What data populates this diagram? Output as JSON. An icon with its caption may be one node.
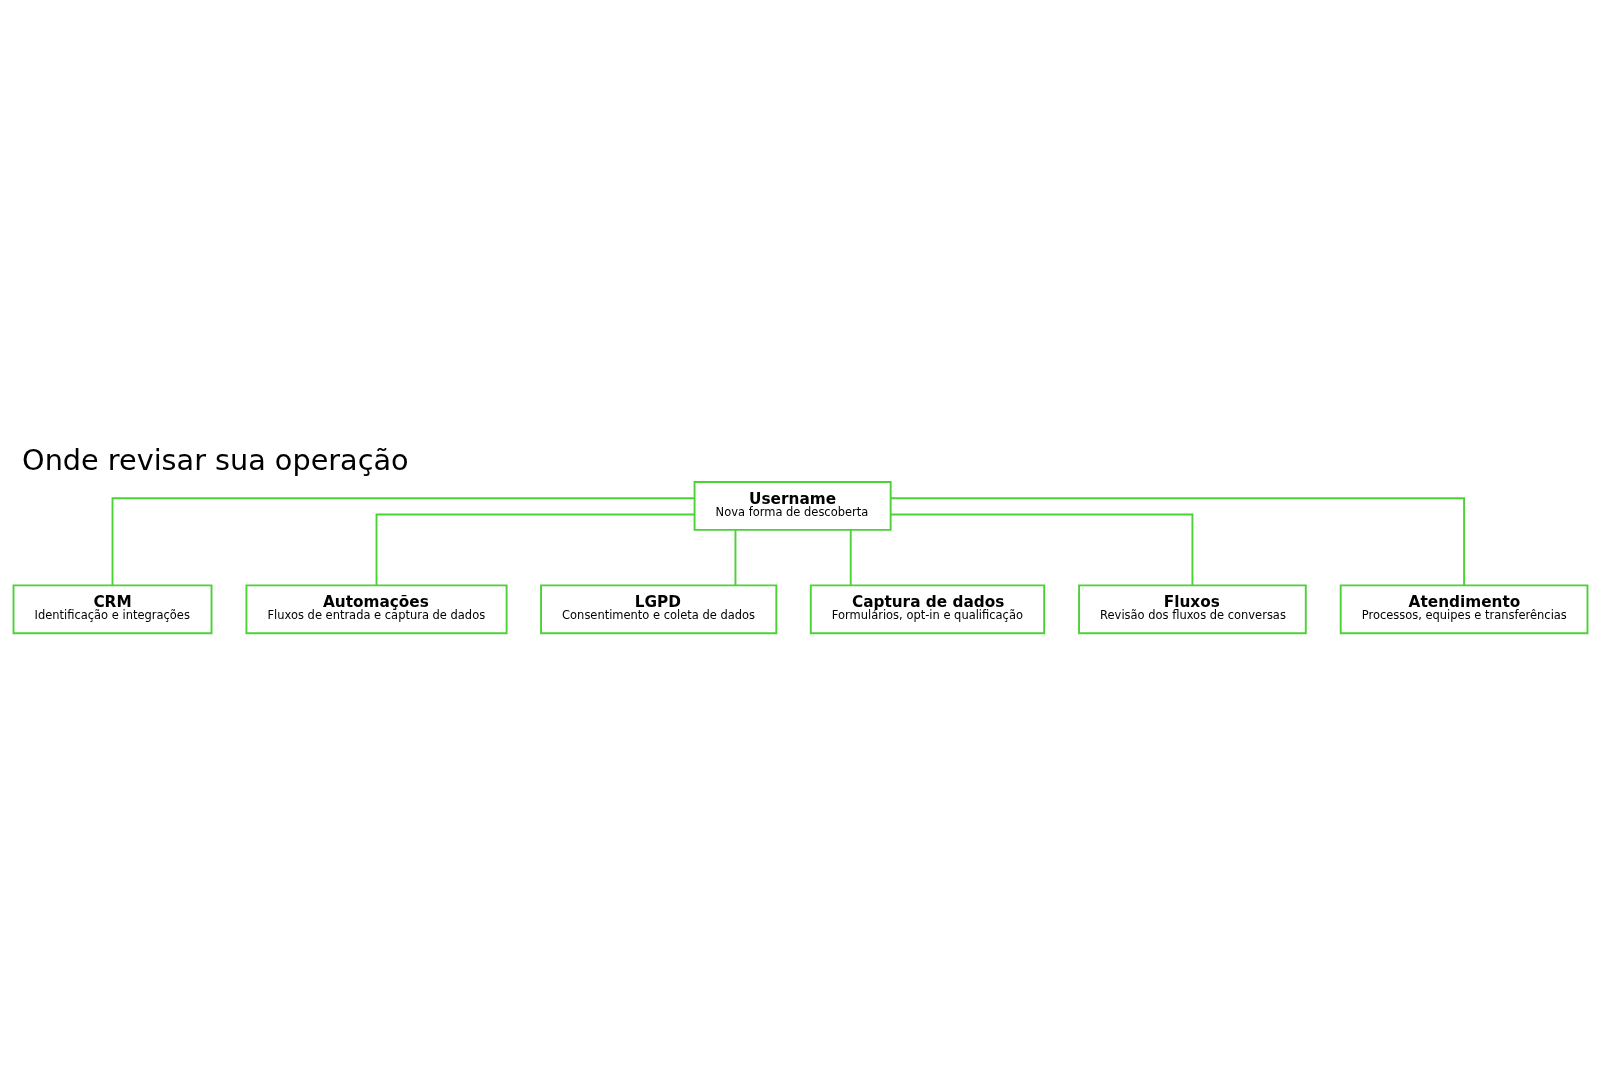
{
  "diagram": {
    "title": "Onde revisar sua operação",
    "nodes": [
      {
        "text": [
          "Username",
          "Nova forma de descoberta"
        ]
      },
      {
        "text": [
          "CRM",
          "Identificação e integrações"
        ]
      },
      {
        "text": [
          "Automações",
          "Fluxos de entrada e captura de dados"
        ]
      },
      {
        "text": [
          "LGPD",
          "Consentimento e coleta de dados"
        ]
      },
      {
        "text": [
          "Captura de dados",
          "Formulários, opt-in e qualificação"
        ]
      },
      {
        "text": [
          "Fluxos",
          "Revisão dos fluxos de conversas"
        ]
      },
      {
        "text": [
          "Atendimento",
          "Processos, equipes e transferências"
        ]
      }
    ],
    "edges": [
      {
        "from": 0,
        "to": 1,
        "arrow": "none"
      },
      {
        "from": 0,
        "to": 2,
        "arrow": "none"
      },
      {
        "from": 0,
        "to": 3,
        "arrow": "none"
      },
      {
        "from": 0,
        "to": 4,
        "arrow": "none"
      },
      {
        "from": 0,
        "to": 5,
        "arrow": "none"
      },
      {
        "from": 0,
        "to": 6,
        "arrow": "none"
      }
    ]
  }
}
